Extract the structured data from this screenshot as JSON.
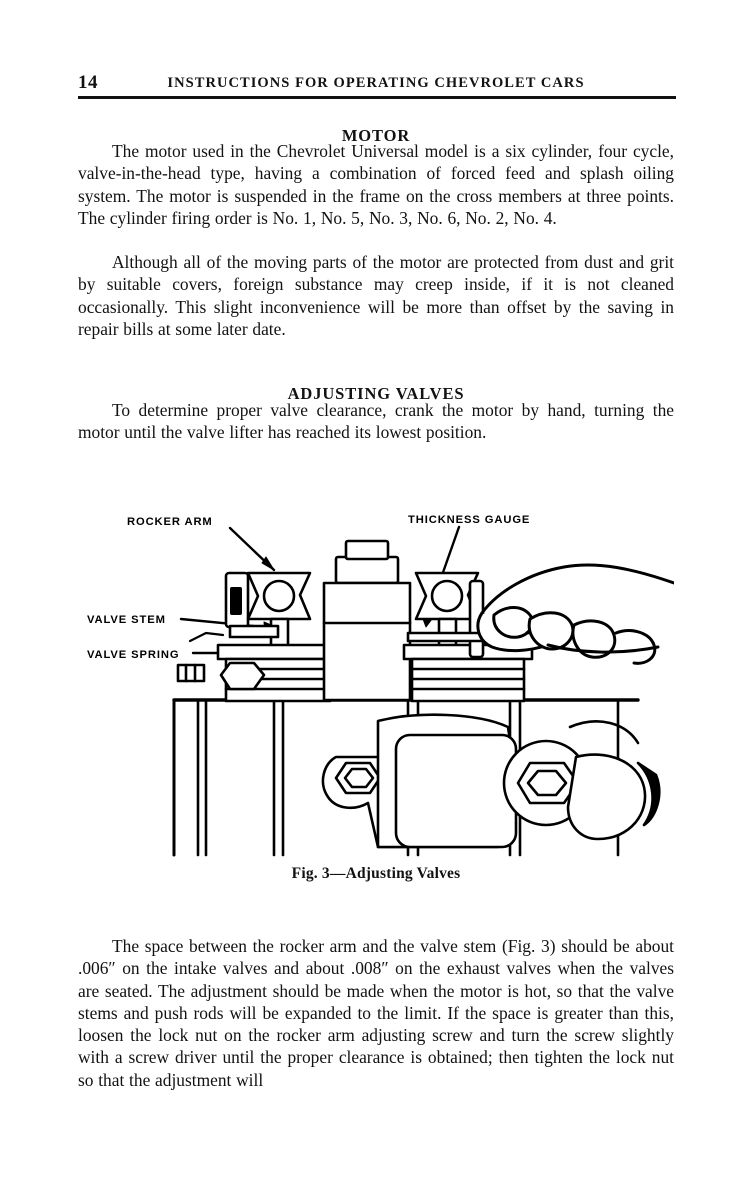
{
  "page": {
    "folio": "14",
    "running_head": "INSTRUCTIONS FOR OPERATING CHEVROLET CARS"
  },
  "sections": [
    {
      "heading": "MOTOR",
      "paragraphs": [
        "The motor used in the Chevrolet Universal model is a six cylinder, four cycle, valve-in-the-head type, having a combination of forced feed and splash oiling system. The motor is suspended in the frame on the cross members at three points. The cylinder firing order is No. 1, No. 5, No. 3, No. 6, No. 2, No. 4.",
        "Although all of the moving parts of the motor are protected from dust and grit by suitable covers, foreign substance may creep inside, if it is not cleaned occasionally. This slight inconvenience will be more than offset by the saving in repair bills at some later date."
      ]
    },
    {
      "heading": "ADJUSTING VALVES",
      "paragraphs": [
        "To determine proper valve clearance, crank the motor by hand, turning the motor until the valve lifter has reached its lowest position."
      ]
    }
  ],
  "figure": {
    "caption": "Fig. 3—Adjusting Valves",
    "callouts": [
      {
        "id": "rocker-arm",
        "label": "ROCKER ARM"
      },
      {
        "id": "thickness-gauge",
        "label": "THICKNESS GAUGE"
      },
      {
        "id": "valve-stem",
        "label": "VALVE STEM"
      },
      {
        "id": "valve-spring",
        "label": "VALVE SPRING"
      }
    ]
  },
  "closing": {
    "paragraph": "The space between the rocker arm and the valve stem (Fig. 3) should be about .006″ on the intake valves and about .008″ on the exhaust valves when the valves are seated. The adjustment should be made when the motor is hot, so that the valve stems and push rods will be expanded to the limit. If the space is greater than this, loosen the lock nut on the rocker arm adjusting screw and turn the screw slightly with a screw driver until the proper clearance is obtained; then tighten the lock nut so that the adjustment will"
  },
  "colors": {
    "ink": "#121212",
    "paper": "#ffffff",
    "line": "#000000"
  }
}
